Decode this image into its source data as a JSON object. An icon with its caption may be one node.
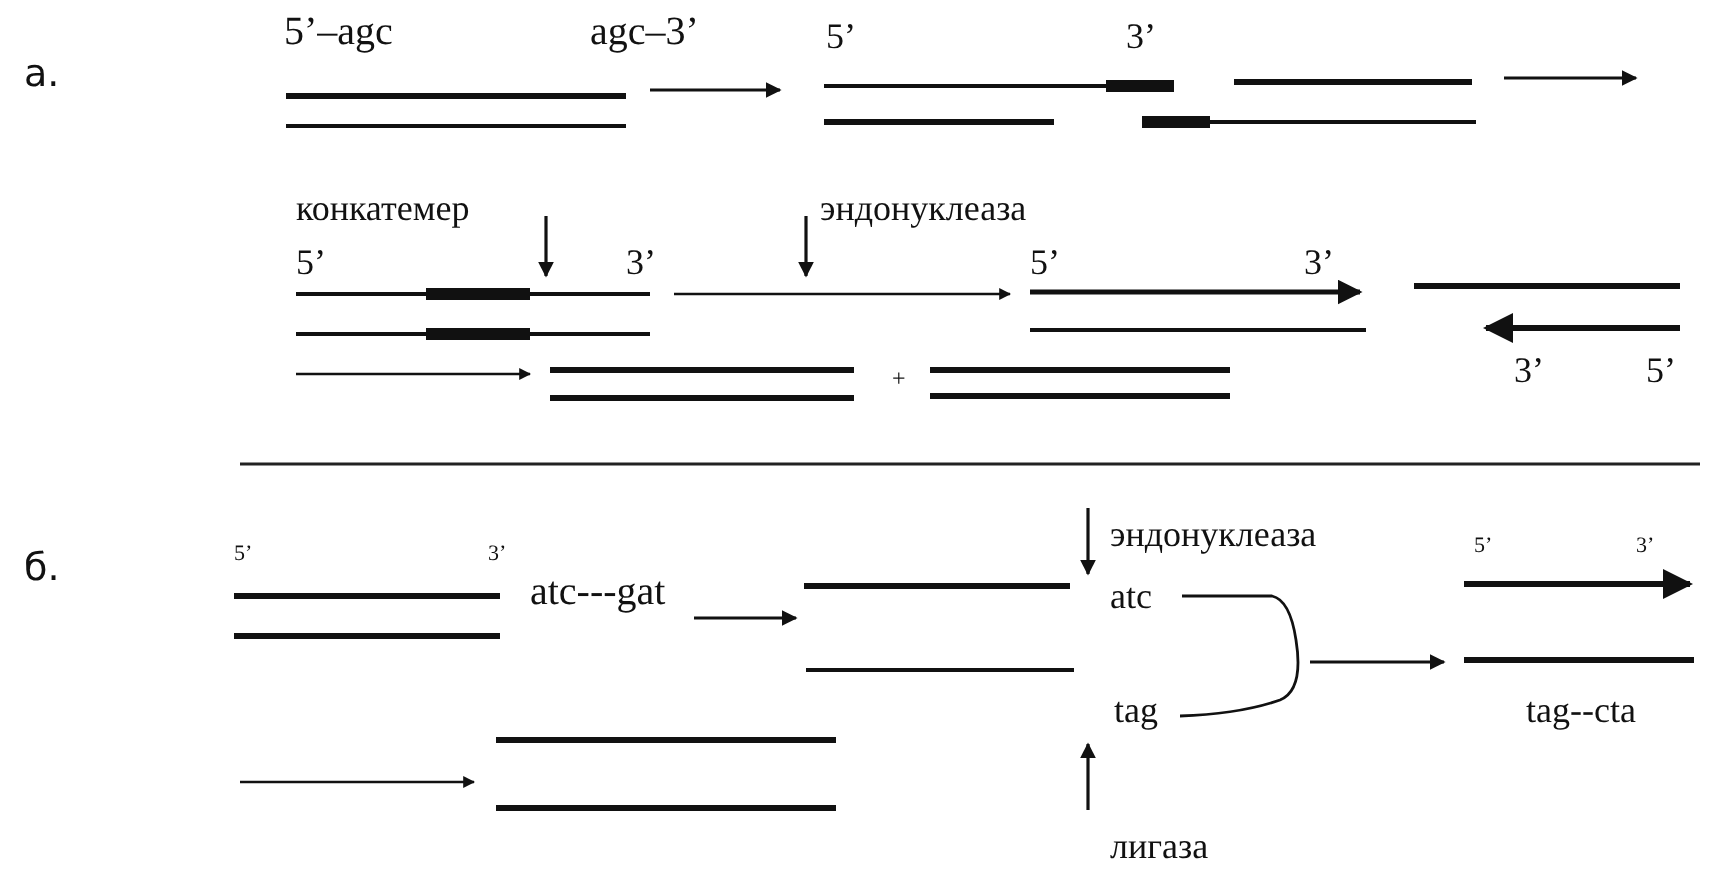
{
  "diagram": {
    "labels": [
      "а.",
      "5’–agc",
      "agc–3’",
      "5’",
      "3’",
      "конкатемер",
      "эндонуклеаза",
      "5’",
      "3’",
      "5’",
      "3’",
      "+",
      "3’",
      "5’",
      "б.",
      "5’",
      "3’",
      "atc---gat",
      "эндонуклеаза",
      "5’",
      "3’",
      "atc",
      "tag",
      "tag--cta",
      "лигаза"
    ]
  }
}
